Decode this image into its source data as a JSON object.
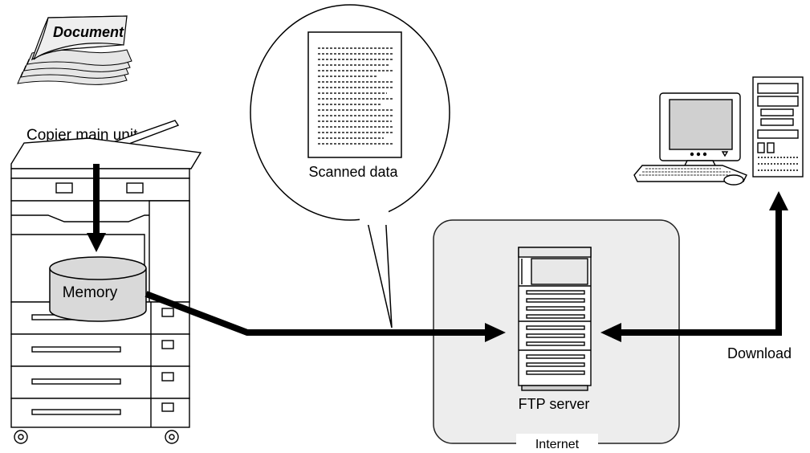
{
  "labels": {
    "document": "Document",
    "copier": "Copier main unit",
    "memory": "Memory",
    "scanned": "Scanned data",
    "ftp": "FTP server",
    "internet": "Internet",
    "download": "Download"
  },
  "colors": {
    "arrow": "#000000",
    "internet_bg": "#ededed",
    "device_fill": "#ffffff",
    "memory_fill": "#d9d9d9",
    "monitor_screen": "#d0d0d0"
  },
  "icons": [
    "document-stack-icon",
    "copier-icon",
    "memory-cylinder-icon",
    "speech-bubble-icon",
    "ftp-server-icon",
    "computer-icon"
  ]
}
